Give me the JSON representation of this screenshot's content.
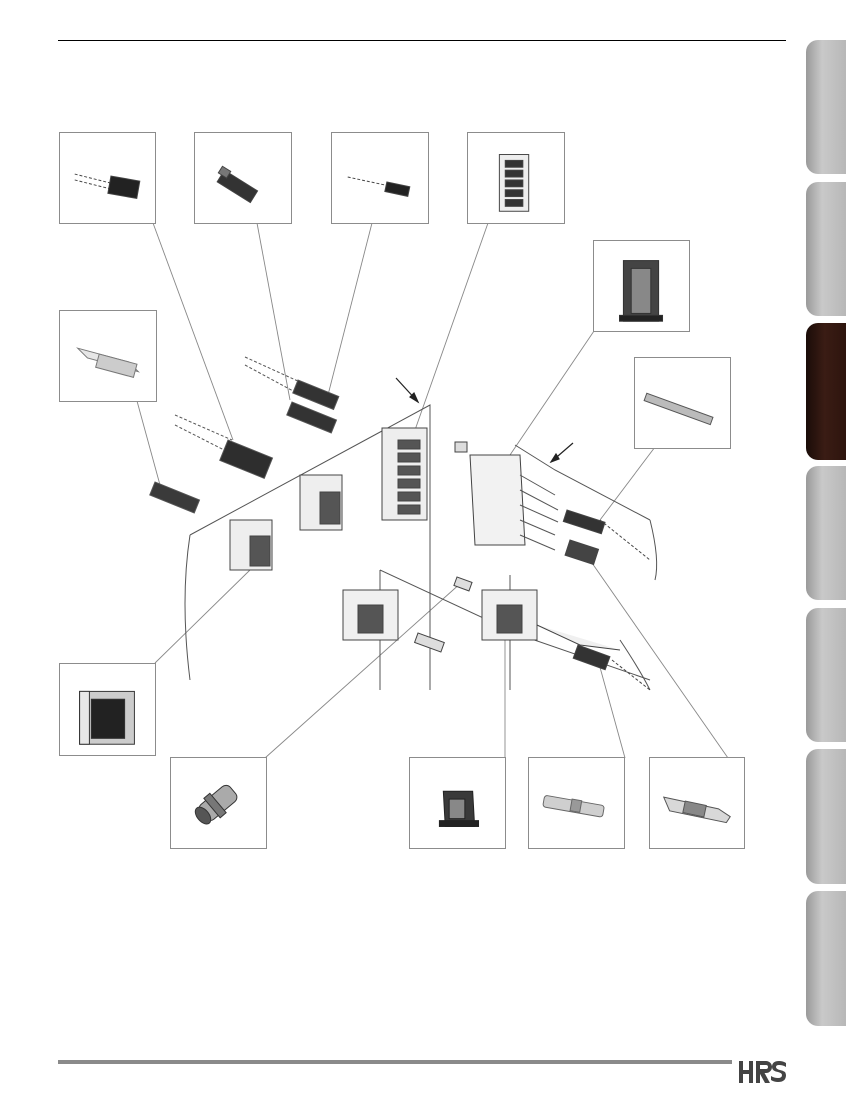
{
  "brand": {
    "logo_text": "HRS"
  },
  "side_tabs": [
    {
      "name": "tab-1",
      "active": false
    },
    {
      "name": "tab-2",
      "active": false
    },
    {
      "name": "tab-3",
      "active": true
    },
    {
      "name": "tab-4",
      "active": false
    },
    {
      "name": "tab-5",
      "active": false
    },
    {
      "name": "tab-6",
      "active": false
    },
    {
      "name": "tab-7",
      "active": false
    }
  ],
  "colors": {
    "active_tab": "#2a120c",
    "inactive_tab": "#b3b3b3",
    "rule": "#8a8a8a"
  }
}
